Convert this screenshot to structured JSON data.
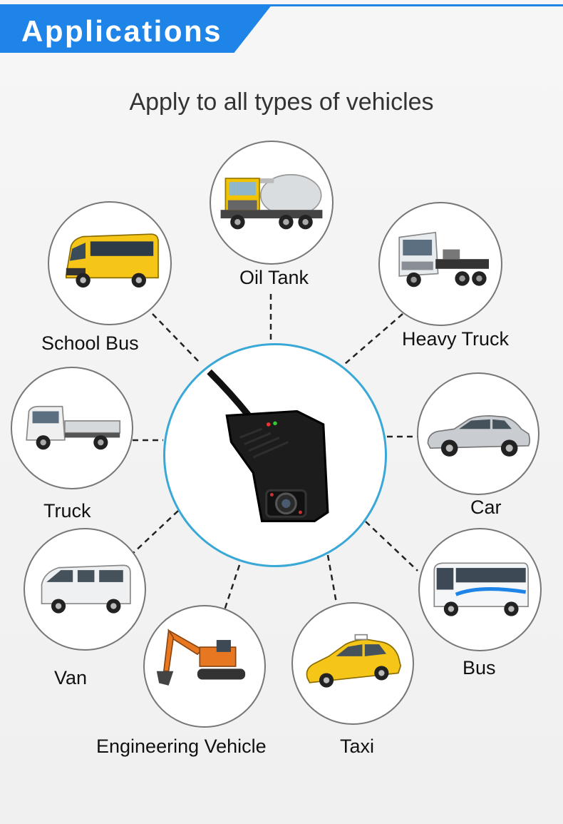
{
  "header": {
    "title": "Applications"
  },
  "subtitle": "Apply to all types of vehicles",
  "vehicles": {
    "oil_tank": "Oil Tank",
    "school_bus": "School Bus",
    "heavy_truck": "Heavy Truck",
    "truck": "Truck",
    "car": "Car",
    "van": "Van",
    "bus": "Bus",
    "engineering_vehicle": "Engineering Vehicle",
    "taxi": "Taxi"
  },
  "colors": {
    "banner": "#1f84e8",
    "center_ring": "#3aa8d6",
    "circle_border": "#777777"
  },
  "icons": {
    "center": "dashcam-camera",
    "vehicle_circles": "vehicle-photo"
  }
}
